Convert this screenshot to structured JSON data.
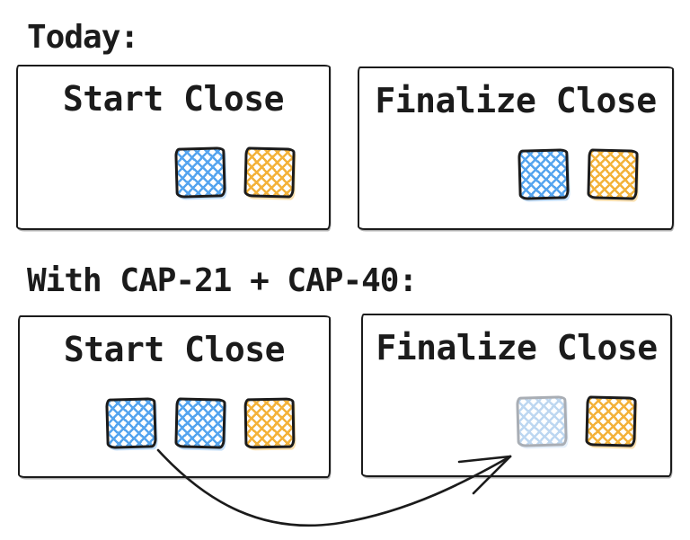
{
  "colors": {
    "ink": "#1b1b1b",
    "blue": "#55a4ee",
    "orange": "#f3b23a",
    "faded_blue": "#bdd7f1",
    "faded_border": "#a9aeb5"
  },
  "sections": [
    {
      "label": "Today:",
      "boxes": [
        {
          "title": "Start Close",
          "chips": [
            "blue",
            "orange"
          ]
        },
        {
          "title": "Finalize Close",
          "chips": [
            "blue",
            "orange"
          ]
        }
      ]
    },
    {
      "label": "With CAP-21 + CAP-40:",
      "boxes": [
        {
          "title": "Start Close",
          "chips": [
            "blue",
            "blue",
            "orange"
          ]
        },
        {
          "title": "Finalize Close",
          "chips": [
            "faded-blue",
            "orange"
          ]
        }
      ]
    }
  ],
  "arrow": {
    "name": "curved-arrow",
    "meaning": "task moves from Start Close to Finalize Close"
  }
}
